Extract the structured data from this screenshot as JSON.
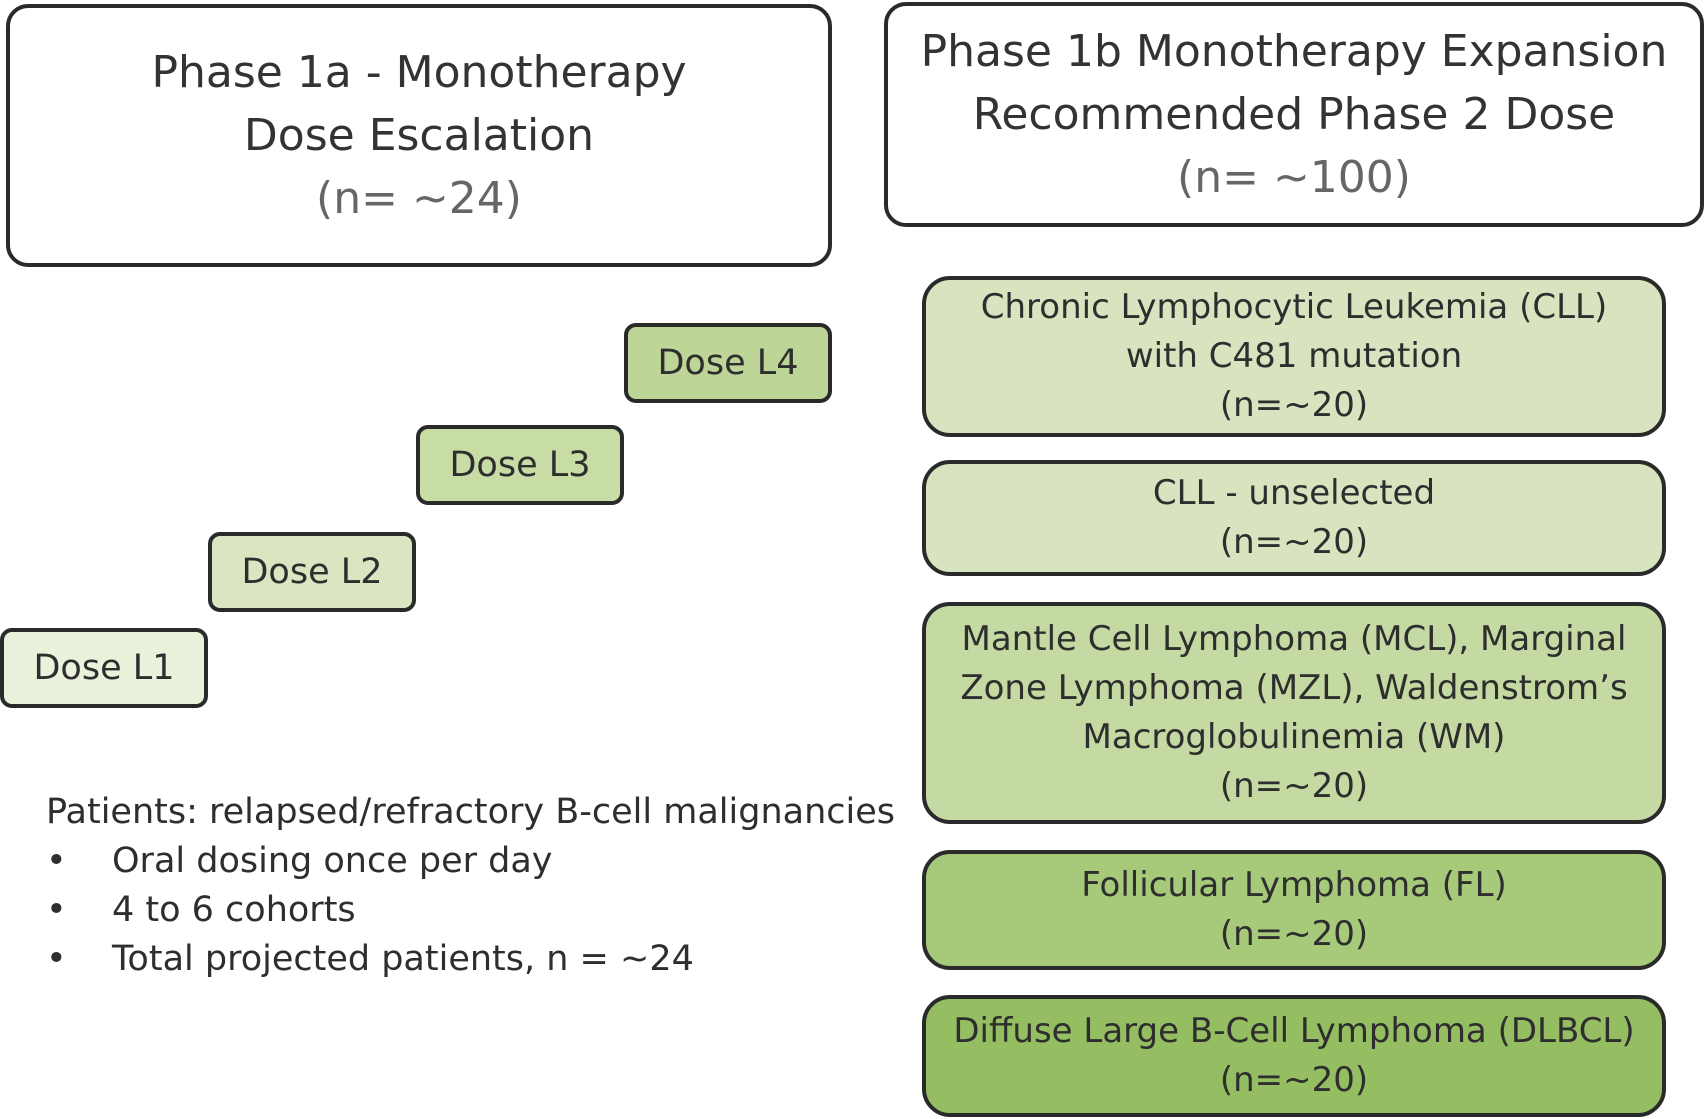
{
  "phase1a": {
    "title_line1": "Phase 1a - Monotherapy",
    "title_line2": "Dose Escalation",
    "count": "(n= ~24)",
    "doses": [
      "Dose L1",
      "Dose L2",
      "Dose L3",
      "Dose L4"
    ],
    "dose_colors": [
      "#eaf2dc",
      "#d9e6c1",
      "#c8dca6",
      "#bdd597"
    ]
  },
  "phase1b": {
    "title_line1": "Phase 1b Monotherapy Expansion",
    "title_line2": "Recommended Phase 2 Dose",
    "count": "(n= ~100)"
  },
  "cohorts": [
    {
      "lines": [
        "Chronic Lymphocytic Leukemia (CLL)",
        "with C481 mutation",
        "(n=~20)"
      ],
      "color": "#d7e4bf"
    },
    {
      "lines": [
        "CLL - unselected",
        "(n=~20)"
      ],
      "color": "#d7e4bf"
    },
    {
      "lines": [
        "Mantle Cell Lymphoma (MCL), Marginal",
        "Zone Lymphoma (MZL), Waldenstrom’s",
        "Macroglobulinemia (WM)",
        "(n=~20)"
      ],
      "color": "#c5d9a3"
    },
    {
      "lines": [
        "Follicular Lymphoma (FL)",
        "(n=~20)"
      ],
      "color": "#a6c97a"
    },
    {
      "lines": [
        "Diffuse Large B-Cell Lymphoma (DLBCL)",
        "(n=~20)"
      ],
      "color": "#95be62"
    }
  ],
  "notes": {
    "heading": "Patients: relapsed/refractory B-cell malignancies",
    "bullet": "•",
    "items": [
      "Oral dosing once per day",
      "4 to 6 cohorts",
      "Total projected patients, n = ~24"
    ]
  }
}
